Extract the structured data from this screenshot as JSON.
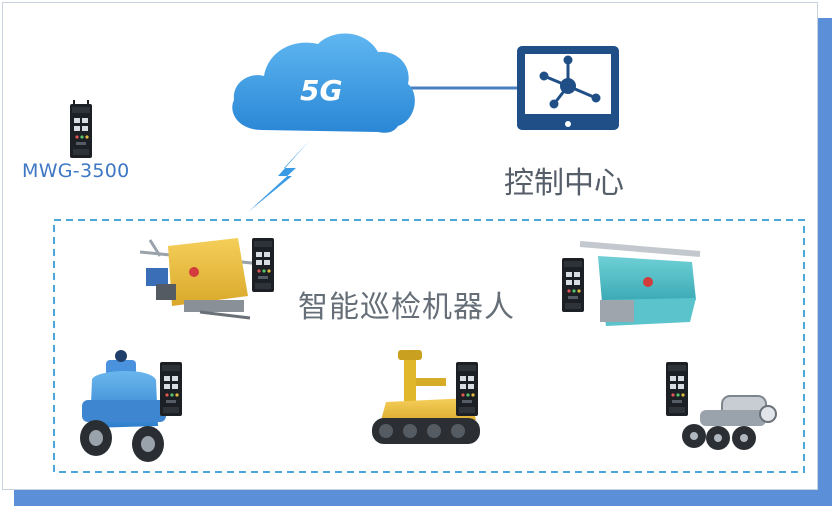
{
  "cloud": {
    "label": "5G",
    "color": "#3a9be4"
  },
  "gateway": {
    "label": "MWG-3500"
  },
  "control_center": {
    "label": "控制中心"
  },
  "robot_group": {
    "label": "智能巡检机器人"
  },
  "colors": {
    "frame_shadow": "#5b8fd8",
    "dashed_border": "#4aa7d8",
    "link_line": "#4a7fc0",
    "monitor": "#1f4f86",
    "lightning": "#3a9be4"
  },
  "icons": [
    "cloud-icon",
    "lightning-icon",
    "monitor-icon",
    "network-hub-icon",
    "gateway-device-icon",
    "rail-robot-icon",
    "wheeled-robot-icon",
    "tracked-robot-icon",
    "pipe-crawler-robot-icon"
  ]
}
